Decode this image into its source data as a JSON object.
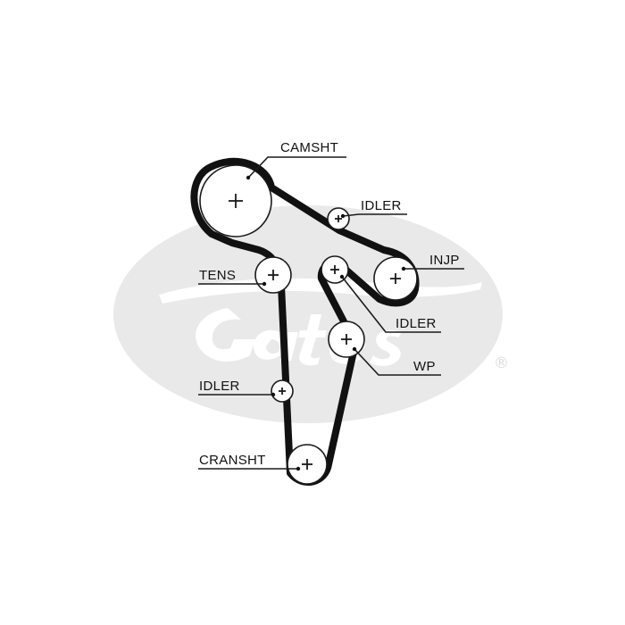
{
  "brand": {
    "logo_text": "Gates",
    "registered_mark": "®",
    "watermark_color": "#e9e9e9"
  },
  "colors": {
    "belt": "#111111",
    "line": "#1a1a1a",
    "text": "#111111",
    "background": "#ffffff"
  },
  "labels": {
    "camshaft": "CAMSHT",
    "idler_top": "IDLER",
    "injection_pump": "INJP",
    "tensioner": "TENS",
    "idler_middle": "IDLER",
    "water_pump": "WP",
    "idler_lower": "IDLER",
    "crankshaft": "CRANSHT"
  }
}
